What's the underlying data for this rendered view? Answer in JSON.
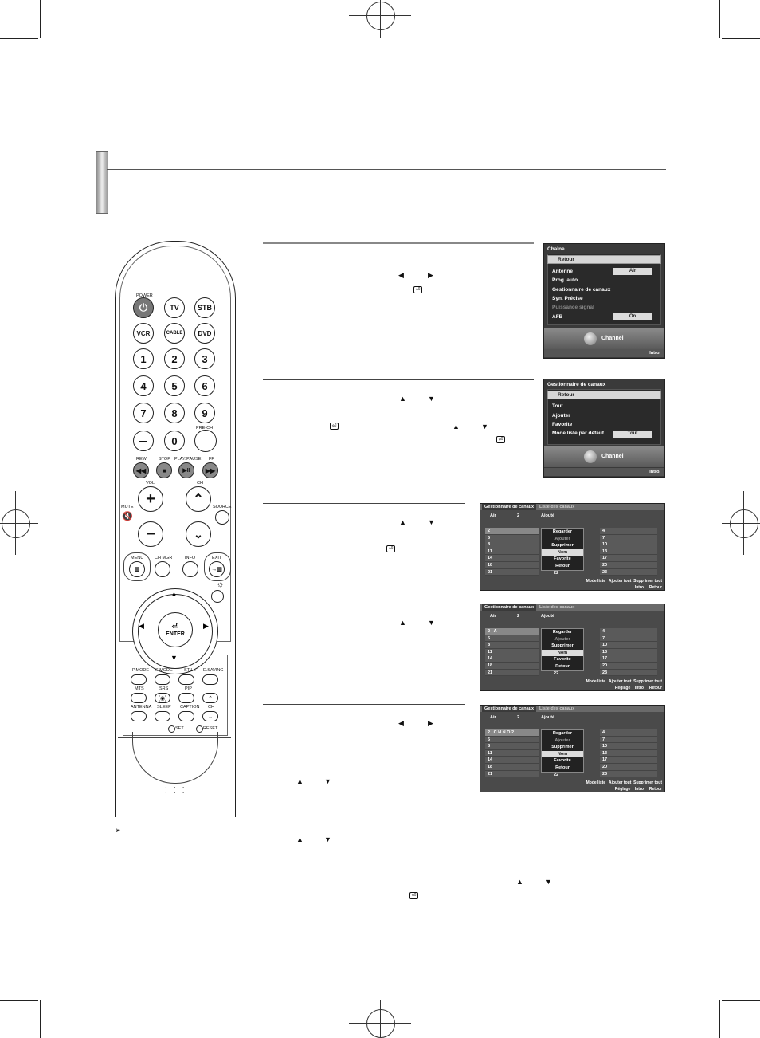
{
  "remote": {
    "power": "POWER",
    "tv": "TV",
    "stb": "STB",
    "vcr": "VCR",
    "cable": "CABLE",
    "dvd": "DVD",
    "digits": [
      "1",
      "2",
      "3",
      "4",
      "5",
      "6",
      "7",
      "8",
      "9"
    ],
    "dash": "—",
    "zero": "0",
    "prech": "PRE-CH",
    "rew": "REW",
    "stop": "STOP",
    "playpause": "PLAY/PAUSE",
    "ff": "FF",
    "vol": "VOL",
    "ch": "CH",
    "mute": "MUTE",
    "source": "SOURCE",
    "menu": "MENU",
    "chmgr": "CH MGR",
    "info": "INFO",
    "exit": "EXIT",
    "enter": "ENTER",
    "pmode": "P.MODE",
    "smode": "S.MODE",
    "still": "STILL",
    "esaving": "E.SAVING",
    "mts": "MTS",
    "srs": "SRS",
    "pip": "PIP",
    "antenna": "ANTENNA",
    "sleep": "SLEEP",
    "caption": "CAPTION",
    "ch2": "CH",
    "set": "SET",
    "reset": "RESET"
  },
  "screen1": {
    "title": "Chaîne",
    "items": [
      "Retour",
      "Antenne",
      "Prog. auto",
      "Gestionnaire de canaux",
      "Syn. Précise",
      "Puissance signal",
      "AFB"
    ],
    "antenne_value": "Air",
    "afb_value": "On",
    "section": "Channel",
    "foot": "Intro."
  },
  "screen2": {
    "title": "Gestionnaire de canaux",
    "items": [
      "Retour",
      "Tout",
      "Ajouter",
      "Favorite",
      "Mode liste par défaut"
    ],
    "mode_value": "Tout",
    "section": "Channel",
    "foot": "Intro."
  },
  "cm": {
    "tab1": "Gestionnaire de canaux",
    "tab2": "Liste des canaux",
    "source": "Air",
    "num": "2",
    "added": "Ajouté",
    "left_list": [
      "2",
      "5",
      "8",
      "11",
      "14",
      "18",
      "21"
    ],
    "right_list": [
      "4",
      "7",
      "10",
      "13",
      "17",
      "20",
      "23"
    ],
    "popup": [
      "Regarder",
      "Ajouter",
      "Supprimer",
      "Nom",
      "Favorite",
      "Retour"
    ],
    "popup_extra": "22",
    "foot_mode": "Mode liste",
    "foot_add": "Ajouter tout",
    "foot_del": "Supprimer tout",
    "foot_intro": "Intro.",
    "foot_retour": "Retour",
    "foot_reglage": "Réglage",
    "name_a": "A",
    "name_cnno": "C N N O 2"
  },
  "note_symbol": "➢"
}
